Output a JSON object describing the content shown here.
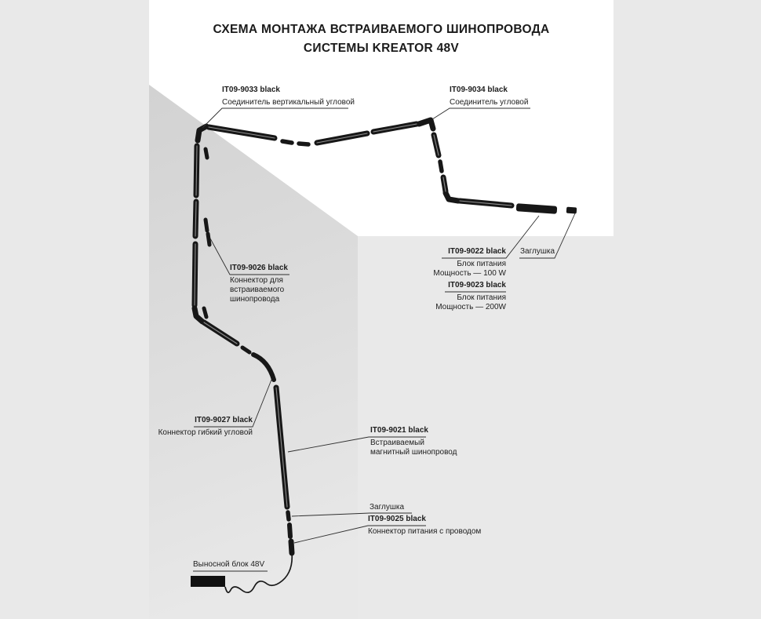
{
  "title": {
    "line1": "СХЕМА МОНТАЖА ВСТРАИВАЕМОГО ШИНОПРОВОДА",
    "line2": "СИСТЕМЫ KREATOR 48V"
  },
  "callouts": {
    "vertical_corner_connector": {
      "code": "IT09-9033 black",
      "desc": "Соединитель вертикальный угловой"
    },
    "corner_connector": {
      "code": "IT09-9034 black",
      "desc": "Соединитель угловой"
    },
    "recessed_connector": {
      "code": "IT09-9026 black",
      "desc1": "Коннектор для",
      "desc2": "встраиваемого",
      "desc3": "шинопровода"
    },
    "psu_100w": {
      "code": "IT09-9022 black",
      "desc1": "Блок питания",
      "desc2": "Мощность — 100 W"
    },
    "endcap_top": {
      "text": "Заглушка"
    },
    "psu_200w": {
      "code": "IT09-9023 black",
      "desc1": "Блок питания",
      "desc2": "Мощность — 200W"
    },
    "flex_corner_connector": {
      "code": "IT09-9027 black",
      "desc": "Коннектор гибкий угловой"
    },
    "magnetic_track": {
      "code": "IT09-9021 black",
      "desc1": "Встраиваемый",
      "desc2": "магнитный шинопровод"
    },
    "endcap_bottom": {
      "text": "Заглушка"
    },
    "power_connector": {
      "code": "IT09-9025 black",
      "desc": "Коннектор питания с проводом"
    },
    "external_unit": {
      "text": "Выносной блок 48V"
    }
  },
  "colors": {
    "background": "#e9e9e9",
    "ceiling": "#ffffff",
    "wall_top": "#d2d2d2",
    "wall_bottom": "#e8e8e8",
    "track": "#171717",
    "leader": "#2f2f2f",
    "text": "#1d1d1d"
  }
}
